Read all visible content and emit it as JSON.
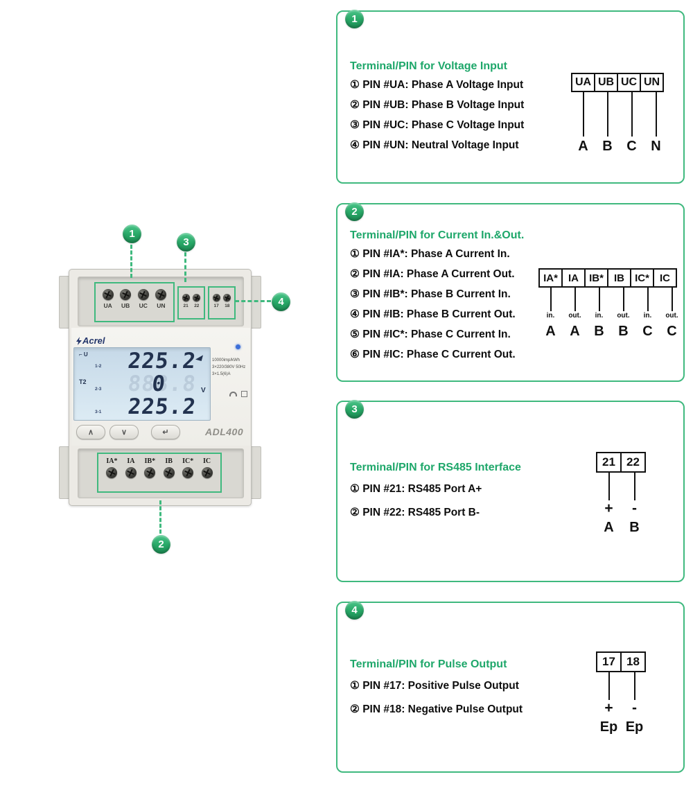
{
  "accent": "#3fb97e",
  "meter": {
    "brand": "Acrel",
    "model": "ADL400",
    "top_terminals": [
      "UA",
      "UB",
      "UC",
      "UN"
    ],
    "aux_terminals": [
      "21",
      "22",
      "17",
      "18"
    ],
    "bottom_terminals": [
      "IA*",
      "IA",
      "IB*",
      "IB",
      "IC*",
      "IC"
    ],
    "lcd": {
      "corner": "⌐ U",
      "tariff": "T2",
      "unit": "V",
      "rows": [
        {
          "label": "1-2",
          "value": "225.2"
        },
        {
          "label": "2-3",
          "value": "0",
          "ghost": "888.8"
        },
        {
          "label": "3-1",
          "value": "225.2"
        }
      ],
      "specs": [
        "10000imp/kWh",
        "3×220/380V 50Hz",
        "3×1.5(6)A"
      ]
    },
    "buttons": [
      "∧",
      "∨",
      "↵"
    ],
    "callouts": [
      "1",
      "2",
      "3",
      "4"
    ]
  },
  "panels": [
    {
      "badge": "1",
      "title": "Terminal/PIN for Voltage Input",
      "pins": [
        "① PIN #UA: Phase A Voltage Input",
        "② PIN #UB: Phase B Voltage Input",
        "③ PIN #UC: Phase C Voltage Input",
        "④ PIN #UN: Neutral Voltage Input"
      ],
      "diagram": {
        "cells": [
          "UA",
          "UB",
          "UC",
          "UN"
        ],
        "letters": [
          "A",
          "B",
          "C",
          "N"
        ]
      }
    },
    {
      "badge": "2",
      "title": "Terminal/PIN for Current In.&Out.",
      "pins": [
        "① PIN #IA*: Phase A Current In.",
        "② PIN #IA: Phase A Current Out.",
        "③ PIN #IB*: Phase B Current In.",
        "④ PIN #IB: Phase B Current Out.",
        "⑤ PIN #IC*: Phase C Current In.",
        "⑥ PIN #IC: Phase C Current Out."
      ],
      "diagram": {
        "cells": [
          "IA*",
          "IA",
          "IB*",
          "IB",
          "IC*",
          "IC"
        ],
        "sublabels": [
          "in.",
          "out.",
          "in.",
          "out.",
          "in.",
          "out."
        ],
        "letters": [
          "A",
          "A",
          "B",
          "B",
          "C",
          "C"
        ]
      }
    },
    {
      "badge": "3",
      "title": "Terminal/PIN for RS485 Interface",
      "pins": [
        "① PIN #21: RS485 Port A+",
        "② PIN #22: RS485 Port B-"
      ],
      "diagram": {
        "cells": [
          "21",
          "22"
        ],
        "sublabels": [
          "+",
          "-"
        ],
        "letters": [
          "A",
          "B"
        ]
      }
    },
    {
      "badge": "4",
      "title": "Terminal/PIN for Pulse Output",
      "pins": [
        "① PIN #17: Positive Pulse Output",
        "② PIN #18: Negative Pulse Output"
      ],
      "diagram": {
        "cells": [
          "17",
          "18"
        ],
        "sublabels": [
          "+",
          "-"
        ],
        "letters": [
          "Ep",
          "Ep"
        ]
      }
    }
  ]
}
